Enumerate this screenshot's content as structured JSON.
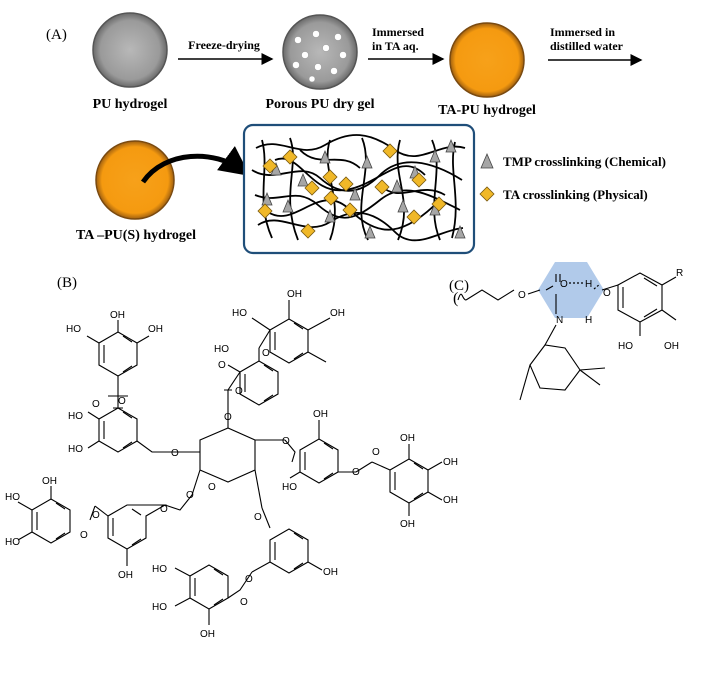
{
  "panels": {
    "a": "(A)",
    "b": "(B)",
    "c": "(C)"
  },
  "process": {
    "steps": [
      "PU hydrogel",
      "Porous PU dry gel",
      "TA-PU hydrogel",
      "TA –PU(S) hydrogel"
    ],
    "arrow1": "Freeze-drying",
    "arrow2_line1": "Immersed",
    "arrow2_line2": "in TA aq.",
    "arrow3_line1": "Immersed in",
    "arrow3_line2": "distilled water"
  },
  "legend": {
    "tmp": "TMP crosslinking (Chemical)",
    "ta": "TA crosslinking (Physical)"
  },
  "colors": {
    "orange": "#f7a11a",
    "gray": "#a6a6a6",
    "diamond": "#f0b828",
    "box_border": "#1f4e79",
    "hbond_highlight": "#a8c4e8"
  },
  "chem_b": {
    "oh": "OH",
    "o": "O",
    "ho": "HO"
  },
  "chem_c": {
    "o": "O",
    "h": "H",
    "n": "N",
    "r": "R",
    "oh": "OH",
    "ho": "HO"
  }
}
